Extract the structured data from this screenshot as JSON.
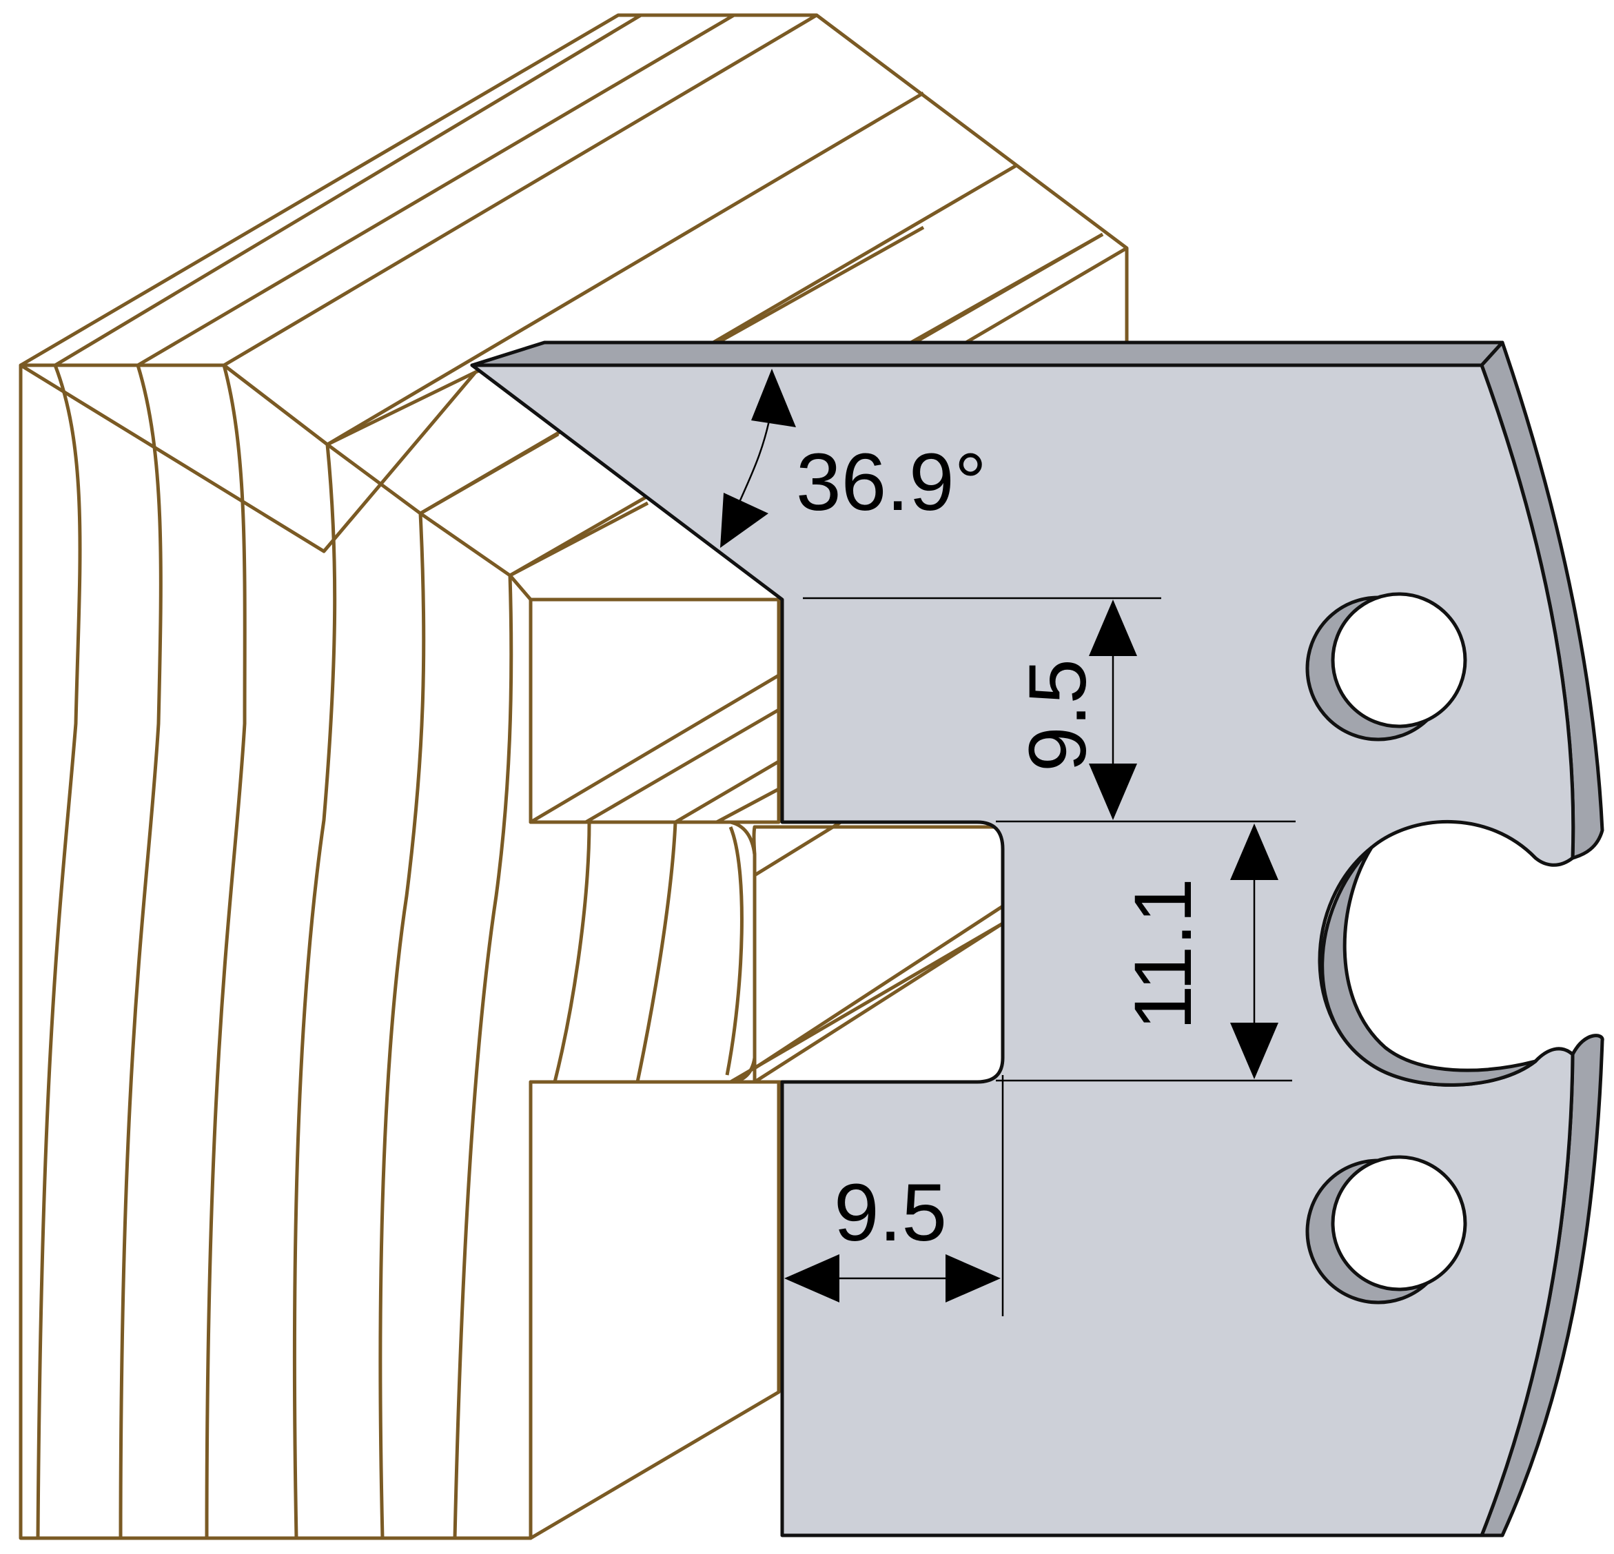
{
  "colors": {
    "background": "#ffffff",
    "wood_end_grain": "#f8ebc6",
    "wood_face": "#f5dc8e",
    "wood_outline": "#7a5a24",
    "blade_face": "#cdd0d8",
    "blade_bevel": "#a2a5ad",
    "blade_outline": "#111111",
    "dimension": "#000000"
  },
  "dimensions": {
    "angle_label": "36.9°",
    "height_top_label": "9.5",
    "height_slot_label": "11.1",
    "depth_label": "9.5"
  }
}
